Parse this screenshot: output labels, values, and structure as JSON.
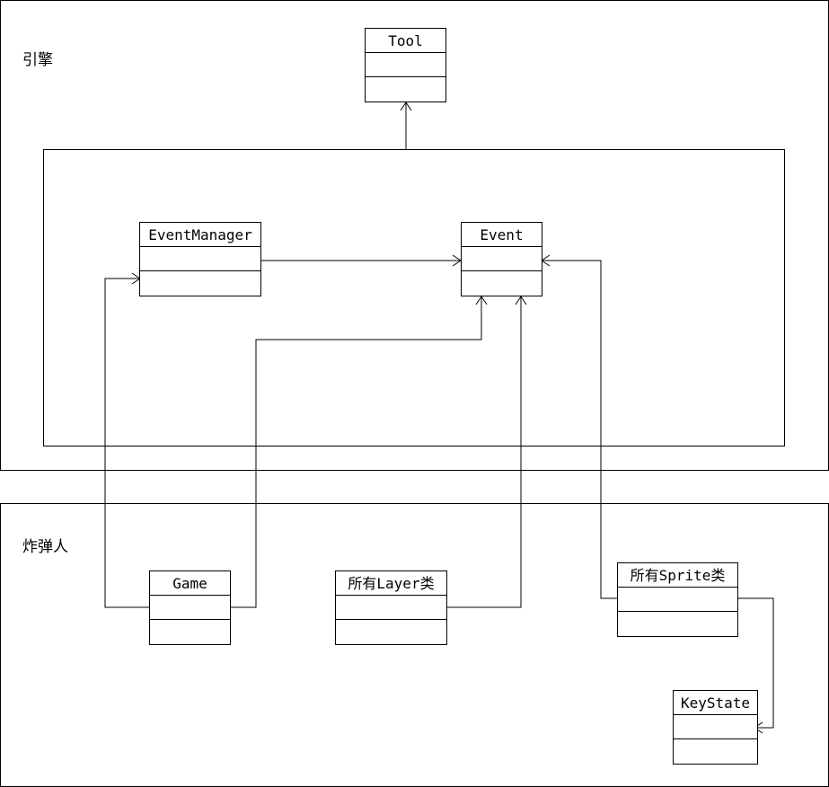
{
  "packages": {
    "engine": {
      "label": "引擎"
    },
    "bomberman": {
      "label": "炸弹人"
    }
  },
  "classes": {
    "tool": {
      "name": "Tool"
    },
    "event_manager": {
      "name": "EventManager"
    },
    "event": {
      "name": "Event"
    },
    "game": {
      "name": "Game"
    },
    "layer": {
      "name": "所有Layer类"
    },
    "sprite": {
      "name": "所有Sprite类"
    },
    "key_state": {
      "name": "KeyState"
    }
  },
  "relations": [
    {
      "from": "engine_inner",
      "to": "tool"
    },
    {
      "from": "event_manager",
      "to": "event"
    },
    {
      "from": "game",
      "to": "event_manager"
    },
    {
      "from": "game",
      "to": "event"
    },
    {
      "from": "layer",
      "to": "event"
    },
    {
      "from": "sprite",
      "to": "event"
    },
    {
      "from": "sprite",
      "to": "key_state"
    }
  ]
}
